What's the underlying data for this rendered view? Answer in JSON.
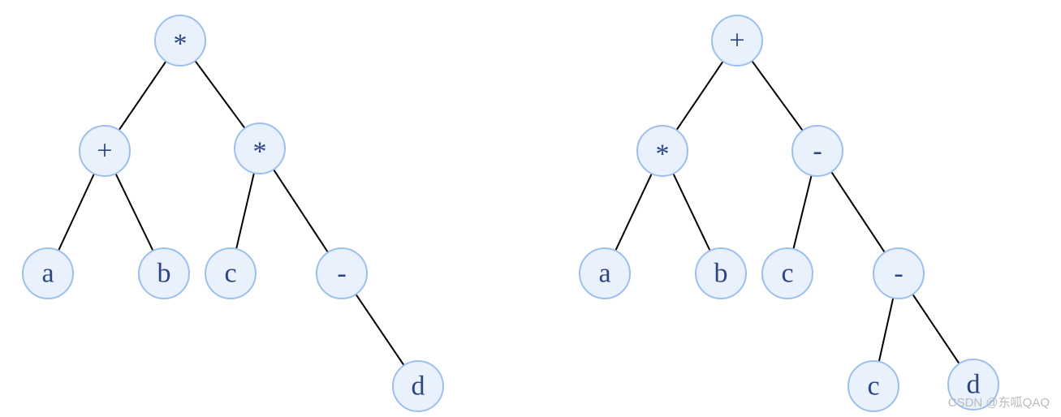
{
  "trees": [
    {
      "nodes": [
        "*",
        "+",
        "*",
        "a",
        "b",
        "c",
        "-",
        "d"
      ],
      "edges": [
        [
          0,
          1
        ],
        [
          0,
          2
        ],
        [
          1,
          3
        ],
        [
          1,
          4
        ],
        [
          2,
          5
        ],
        [
          2,
          6
        ],
        [
          6,
          7
        ]
      ]
    },
    {
      "nodes": [
        "+",
        "*",
        "-",
        "a",
        "b",
        "c",
        "-",
        "c",
        "d"
      ],
      "edges": [
        [
          0,
          1
        ],
        [
          0,
          2
        ],
        [
          1,
          3
        ],
        [
          1,
          4
        ],
        [
          2,
          5
        ],
        [
          2,
          6
        ],
        [
          6,
          7
        ],
        [
          6,
          8
        ]
      ]
    }
  ],
  "watermark": "CSDN @东呱QAQ",
  "colors": {
    "node_fill": "#e9f1fc",
    "node_stroke": "#9dbfee",
    "label": "#2d4583",
    "edge": "#000000"
  }
}
